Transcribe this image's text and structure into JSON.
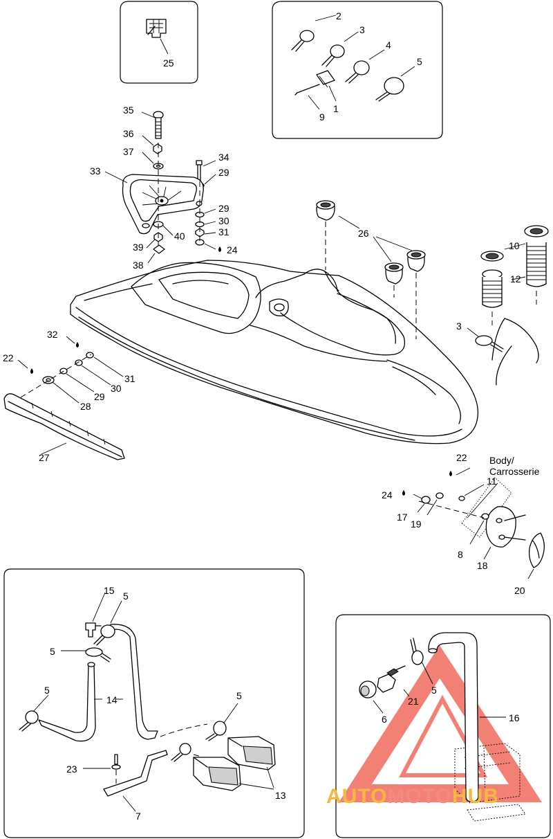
{
  "body_label": {
    "line1": "Body/",
    "line2": "Carrosserie"
  },
  "watermark": {
    "part1": "AUTO",
    "part2": "MOTO",
    "part3": "HUB",
    "colors": {
      "auto": "#f5b942",
      "moto": "#f08a82",
      "hub": "#f5b942",
      "triangle": "#f26b5e"
    }
  },
  "callouts": {
    "c1": "1",
    "c2": "2",
    "c3": "3",
    "c4": "4",
    "c5": "5",
    "c9": "9",
    "c25": "25",
    "c35": "35",
    "c36": "36",
    "c37": "37",
    "c33": "33",
    "c34": "34",
    "c29a": "29",
    "c29b": "29",
    "c30a": "30",
    "c31a": "31",
    "c24a": "24",
    "c40": "40",
    "c39": "39",
    "c38": "38",
    "c26": "26",
    "c10": "10",
    "c12": "12",
    "c3b": "3",
    "c32": "32",
    "c22a": "22",
    "c31b": "31",
    "c30b": "30",
    "c29c": "29",
    "c28": "28",
    "c27": "27",
    "c22b": "22",
    "c11": "11",
    "c24b": "24",
    "c17": "17",
    "c19": "19",
    "c8": "8",
    "c18": "18",
    "c20": "20",
    "c15": "15",
    "c5a": "5",
    "c5b": "5",
    "c5c": "5",
    "c14": "14",
    "c5d": "5",
    "c23": "23",
    "c7": "7",
    "c13": "13",
    "c5e": "5",
    "c21": "21",
    "c6": "6",
    "c16": "16"
  }
}
